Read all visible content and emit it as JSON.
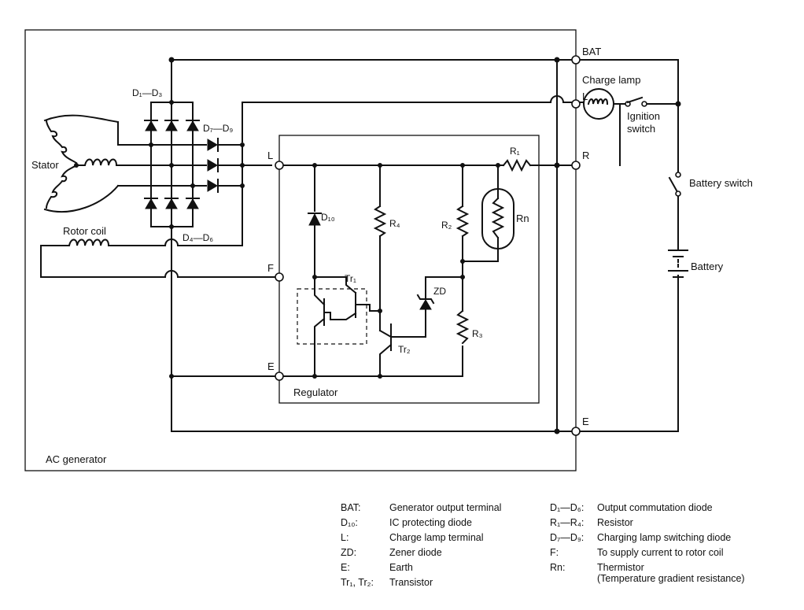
{
  "diagram": {
    "labels": {
      "bat": "BAT",
      "charge_lamp": "Charge lamp",
      "ignition_switch_1": "Ignition",
      "ignition_switch_2": "switch",
      "battery_switch": "Battery switch",
      "battery": "Battery",
      "terminal_L_out": "L",
      "terminal_R": "R",
      "terminal_E_out": "E",
      "d1_d3": "D₁—D₃",
      "d7_d9": "D₇—D₉",
      "d4_d6": "D₄—D₆",
      "stator": "Stator",
      "rotor_coil": "Rotor coil",
      "terminal_L_in": "L",
      "terminal_F": "F",
      "terminal_E_in": "E",
      "d10": "D₁₀",
      "r1": "R₁",
      "r2": "R₂",
      "r3": "R₃",
      "r4": "R₄",
      "rn": "Rn",
      "zd": "ZD",
      "tr1": "Tr₁",
      "tr2": "Tr₂",
      "regulator": "Regulator",
      "ac_generator": "AC generator"
    }
  },
  "legend": {
    "left": [
      {
        "key": "BAT:",
        "value": "Generator output terminal"
      },
      {
        "key": "D₁₀:",
        "value": "IC protecting diode"
      },
      {
        "key": "L:",
        "value": "Charge lamp terminal"
      },
      {
        "key": "ZD:",
        "value": "Zener diode"
      },
      {
        "key": "E:",
        "value": "Earth"
      },
      {
        "key": "Tr₁, Tr₂:",
        "value": "Transistor"
      }
    ],
    "right": [
      {
        "key": "D₁—D₆:",
        "value": "Output commutation diode"
      },
      {
        "key": "R₁—R₄:",
        "value": "Resistor"
      },
      {
        "key": "D₇—D₉:",
        "value": "Charging lamp switching diode"
      },
      {
        "key": "F:",
        "value": "To supply current to rotor coil"
      },
      {
        "key": "Rn:",
        "value": "Thermistor"
      },
      {
        "key": "",
        "value": "(Temperature gradient resistance)"
      }
    ]
  }
}
